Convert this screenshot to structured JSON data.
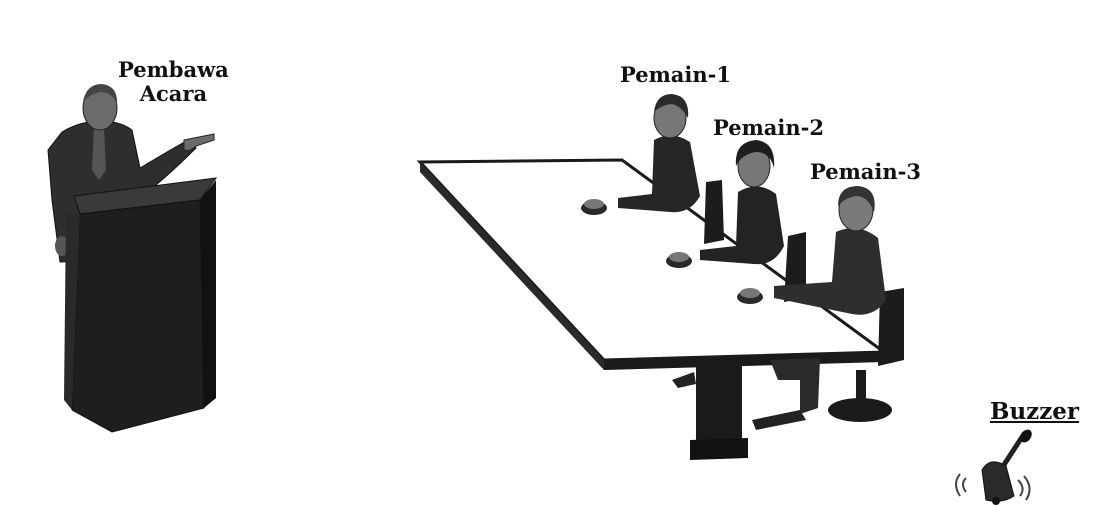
{
  "labels": {
    "host_line1": "Pembawa",
    "host_line2": "Acara",
    "player1": "Pemain-1",
    "player2": "Pemain-2",
    "player3": "Pemain-3",
    "buzzer": "Buzzer"
  },
  "colors": {
    "figure_dark": "#2b2b2b",
    "podium": "#1e1e1e",
    "table_top": "#ffffff",
    "table_edge": "#222222",
    "background": "#ffffff"
  }
}
